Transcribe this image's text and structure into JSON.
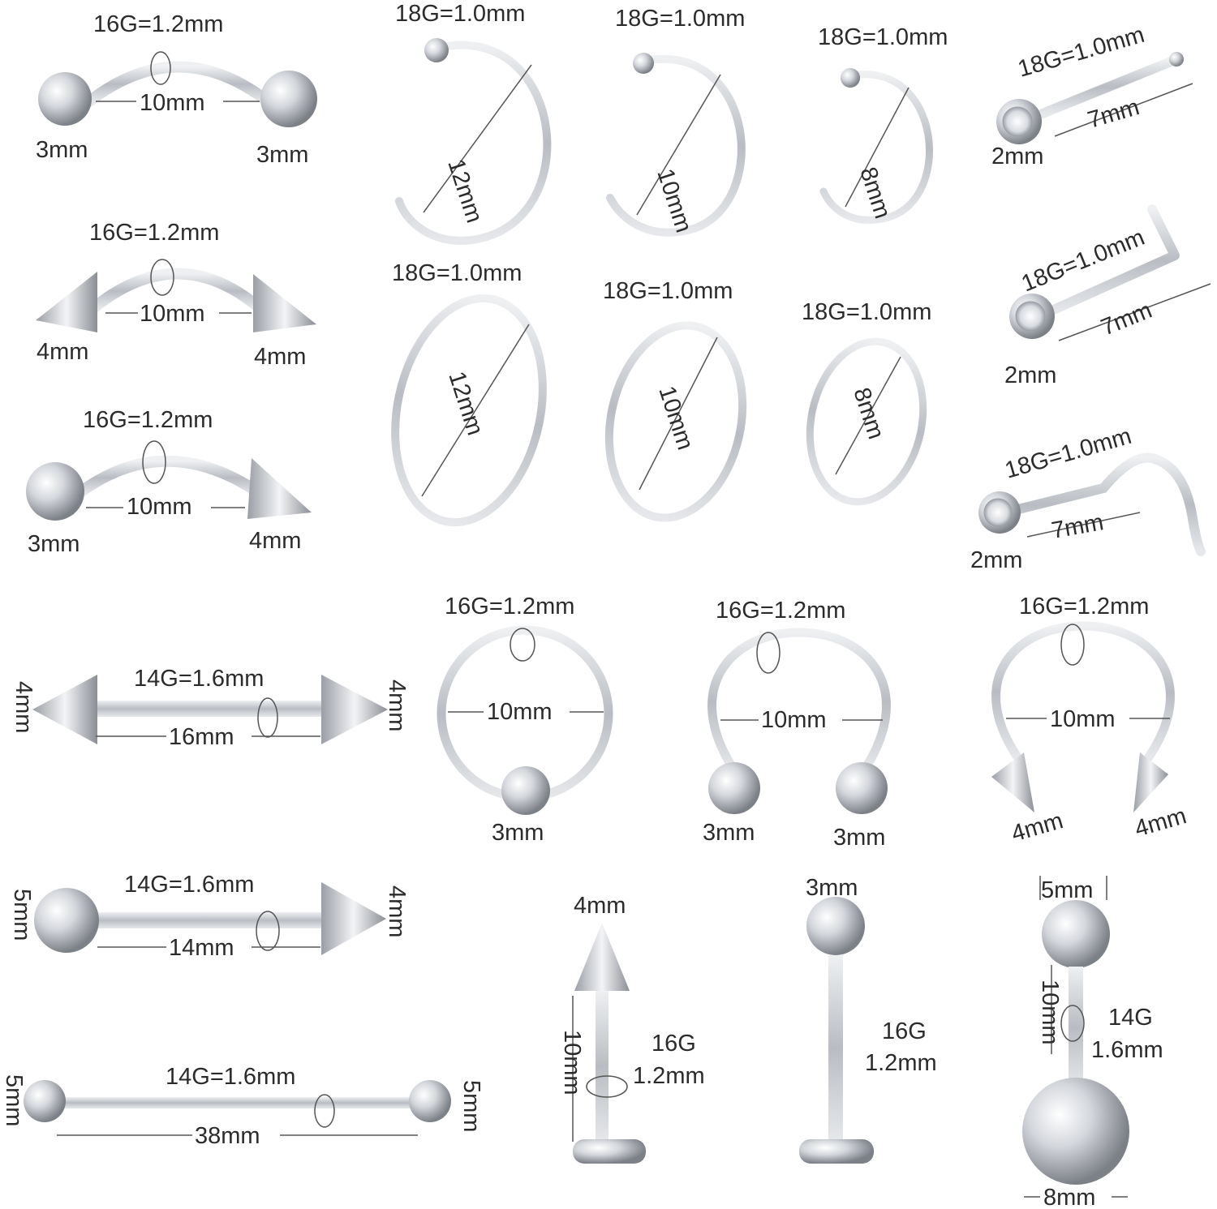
{
  "labels": {
    "g16_1_2mm": "16G=1.2mm",
    "g18_1_0mm": "18G=1.0mm",
    "g14_1_6mm": "14G=1.6mm",
    "mm2": "2mm",
    "mm3": "3mm",
    "mm4": "4mm",
    "mm5": "5mm",
    "mm7": "7mm",
    "mm8": "8mm",
    "mm10": "10mm",
    "mm12": "12mm",
    "mm14": "14mm",
    "mm16": "16mm",
    "mm38": "38mm",
    "g16": "16G",
    "g14": "14G",
    "mm1_2": "1.2mm",
    "mm1_6": "1.6mm"
  },
  "colors": {
    "metal_light": "#f4f5f7",
    "metal_mid": "#c9ccd1",
    "metal_dark": "#8a8e95",
    "text": "#2b2b2b"
  }
}
